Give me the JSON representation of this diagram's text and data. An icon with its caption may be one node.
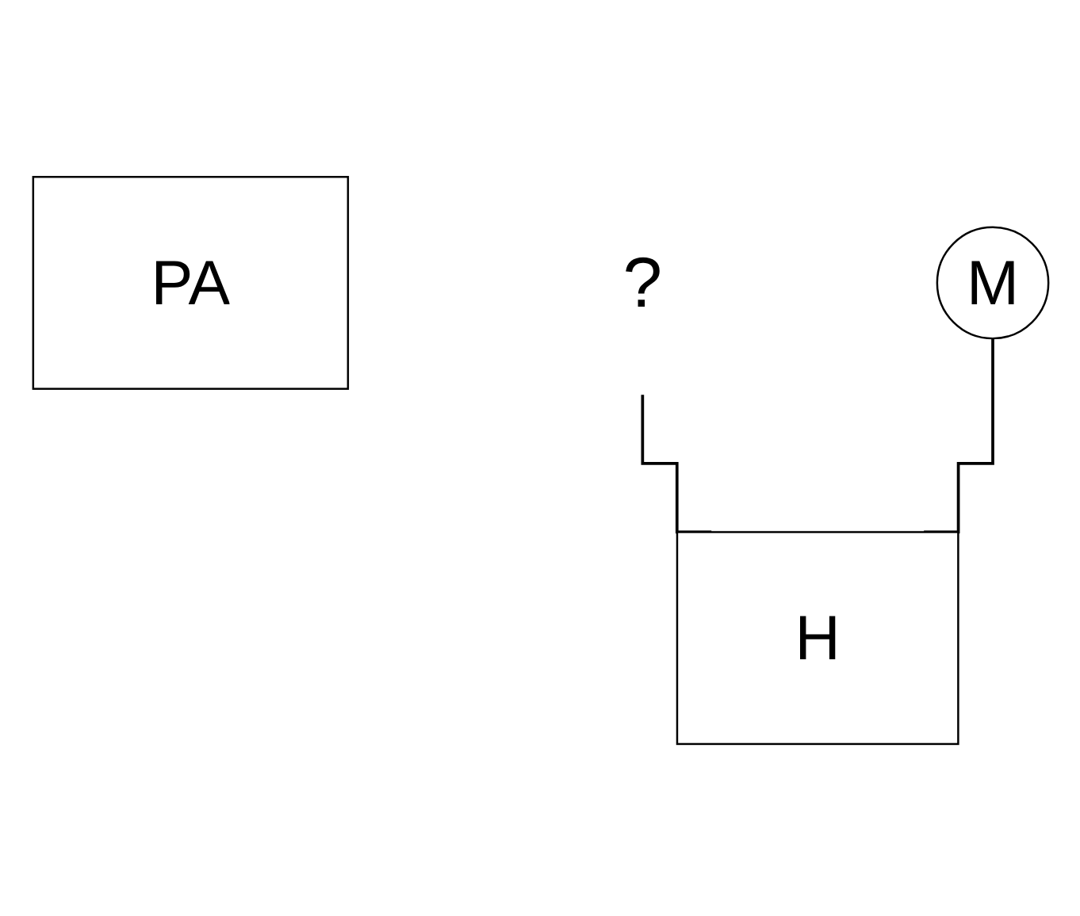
{
  "diagram": {
    "nodes": [
      {
        "text": [
          "PA"
        ]
      },
      {
        "text": [
          "M"
        ]
      },
      {
        "text": [
          "?"
        ]
      },
      {
        "text": [
          "H"
        ]
      }
    ],
    "edges": [
      {
        "from": 2,
        "to": 3,
        "arrow": "none"
      },
      {
        "from": 1,
        "to": 3,
        "arrow": "none"
      }
    ]
  }
}
